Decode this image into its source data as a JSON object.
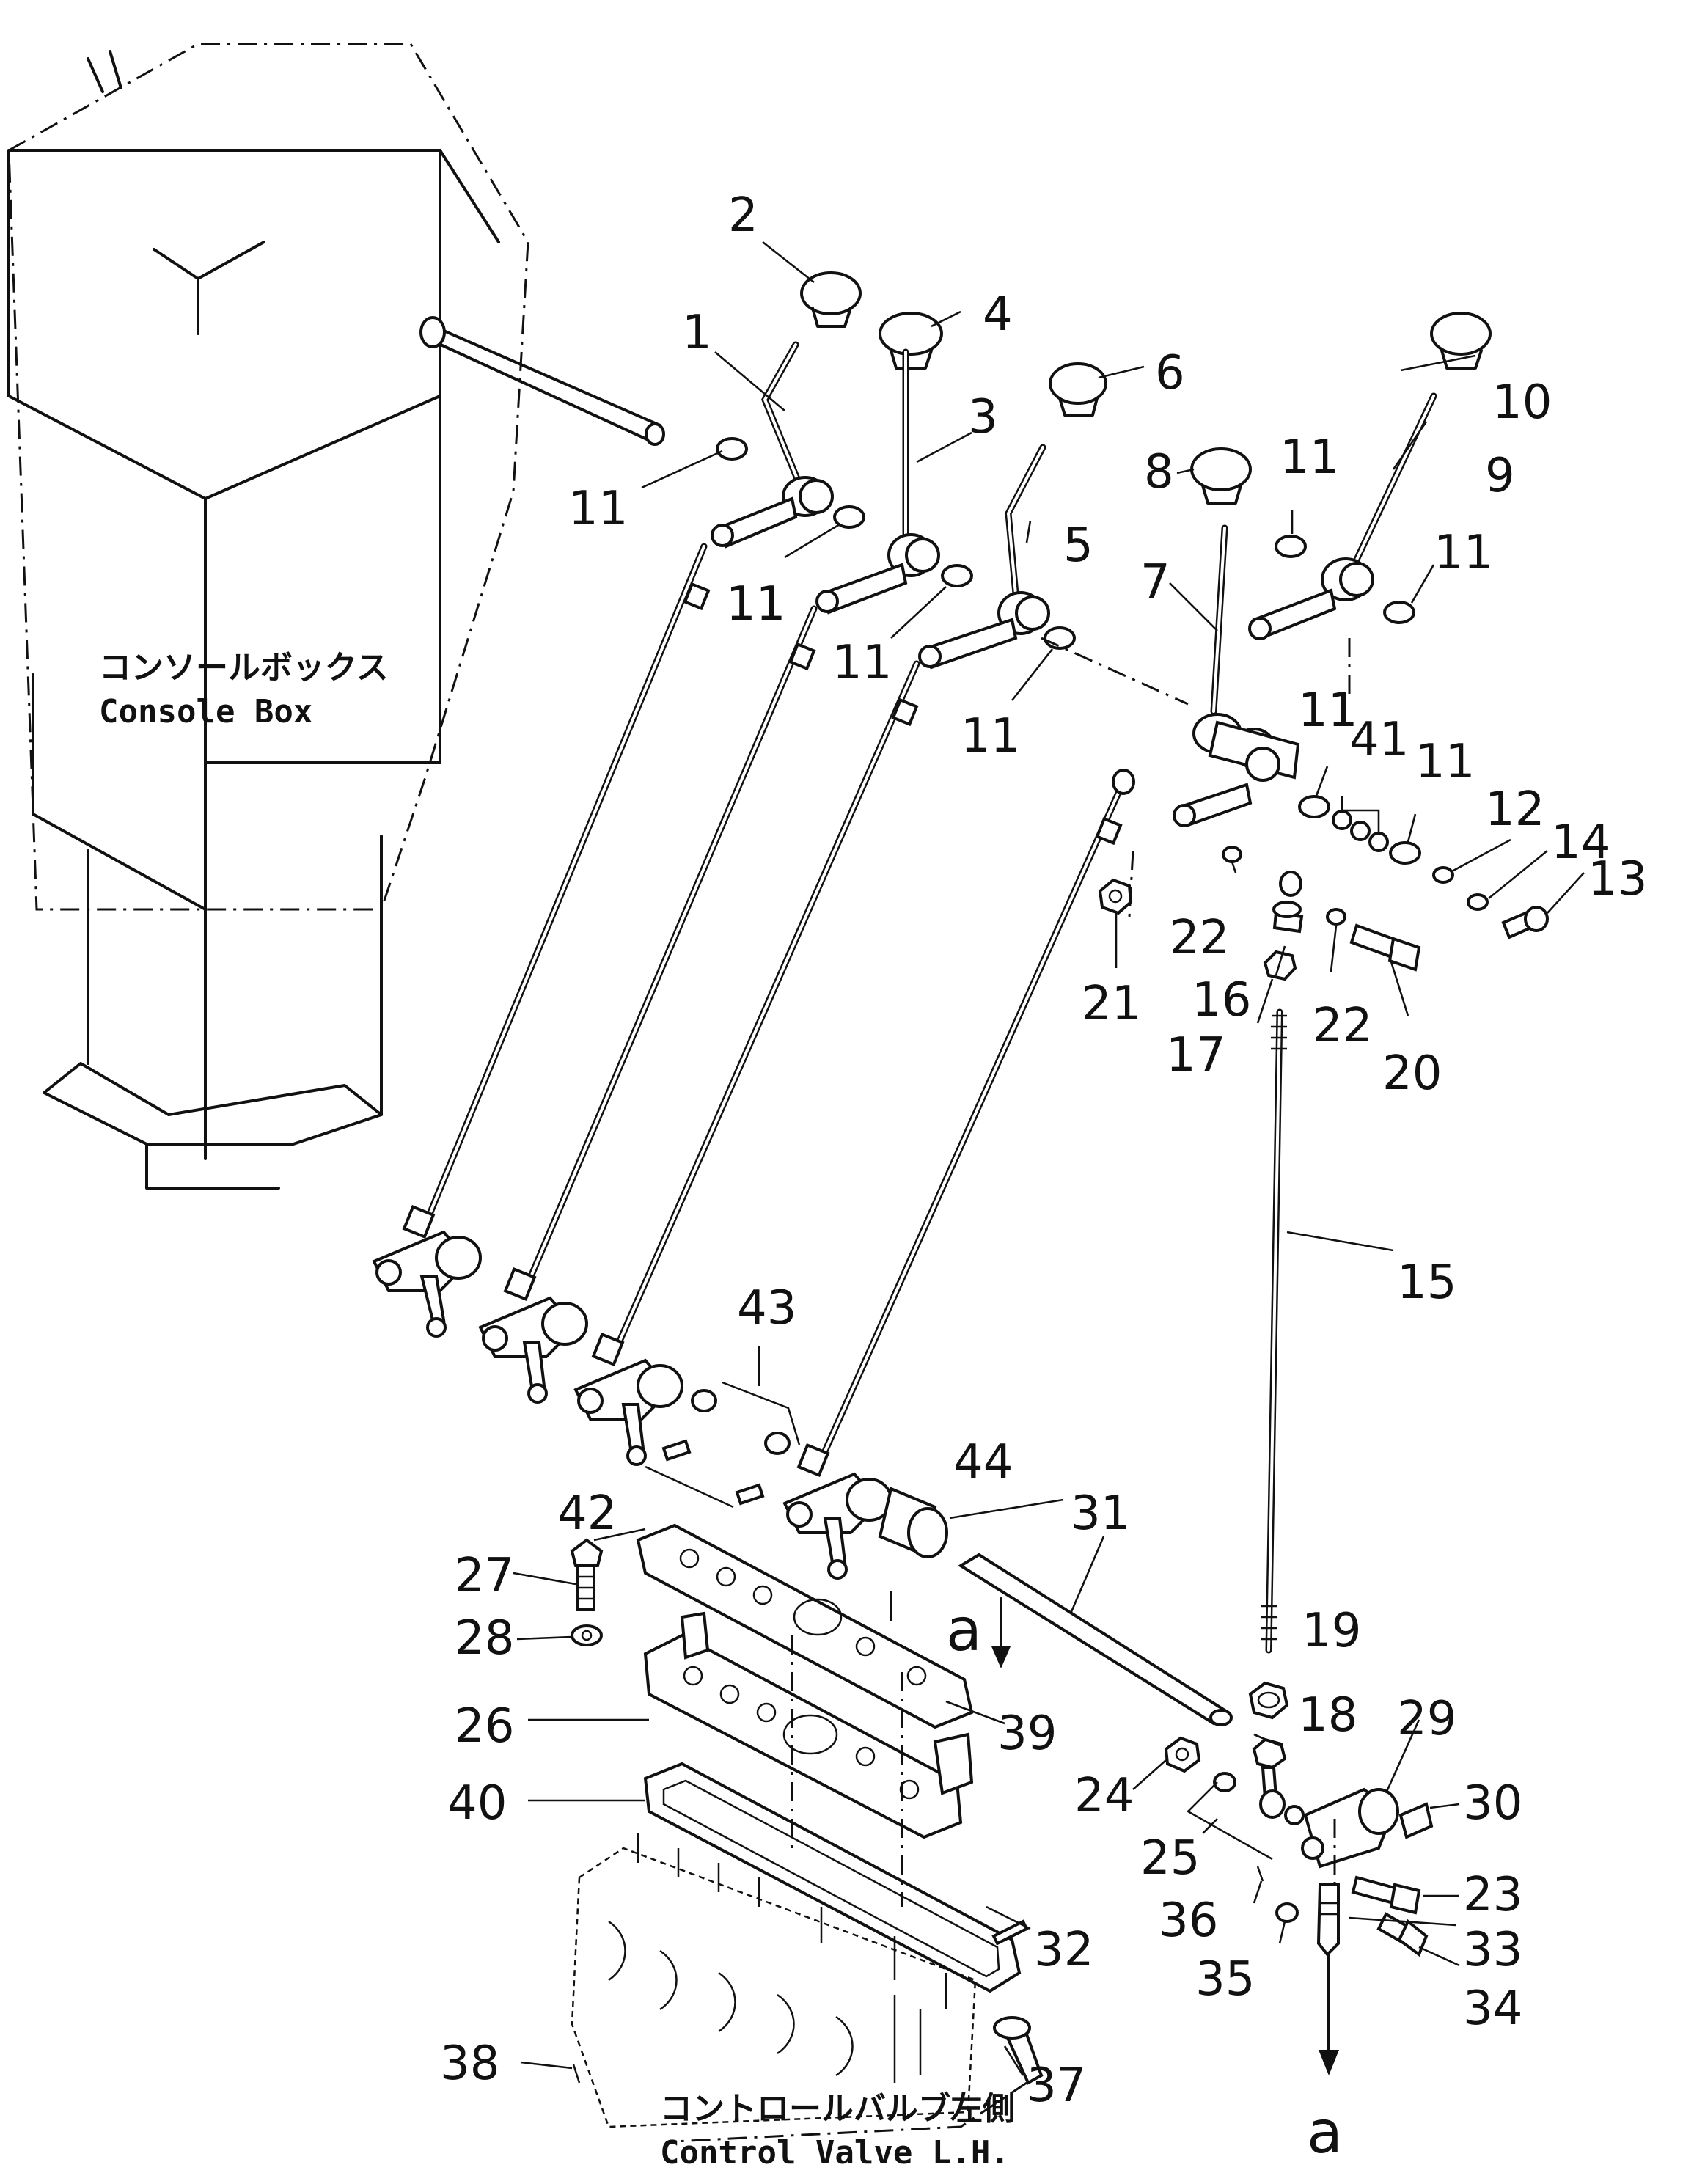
{
  "captions": {
    "console_jp": "コンソールボックス",
    "console_en": "Console Box",
    "valve_jp": "コントロールバルブ左側",
    "valve_en": "Control Valve L.H."
  },
  "view_markers": {
    "upper": "a",
    "lower": "a"
  },
  "callouts": {
    "p1": "1",
    "p2": "2",
    "p3": "3",
    "p4": "4",
    "p5": "5",
    "p6": "6",
    "p7": "7",
    "p8": "8",
    "p9": "9",
    "p10": "10",
    "p11a": "11",
    "p11b": "11",
    "p11c": "11",
    "p11d": "11",
    "p11e": "11",
    "p11f": "11",
    "p11g": "11",
    "p11h": "11",
    "p12": "12",
    "p13": "13",
    "p14": "14",
    "p15": "15",
    "p16": "16",
    "p17": "17",
    "p18": "18",
    "p19": "19",
    "p20": "20",
    "p21": "21",
    "p22a": "22",
    "p22b": "22",
    "p23": "23",
    "p24": "24",
    "p25": "25",
    "p26": "26",
    "p27": "27",
    "p28": "28",
    "p29": "29",
    "p30": "30",
    "p31": "31",
    "p32": "32",
    "p33": "33",
    "p34": "34",
    "p35": "35",
    "p36": "36",
    "p37": "37",
    "p38": "38",
    "p39": "39",
    "p40": "40",
    "p41": "41",
    "p42": "42",
    "p43": "43",
    "p44": "44"
  }
}
